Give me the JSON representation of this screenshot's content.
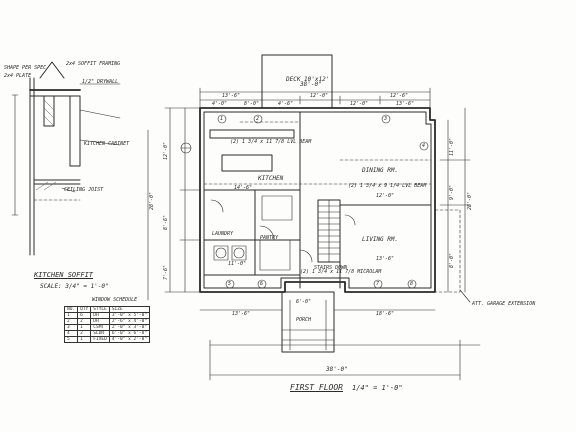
{
  "drawing": {
    "title": "FIRST FLOOR",
    "scale": "1/4\" = 1'-0\"",
    "detail_title": "KITCHEN SOFFIT",
    "detail_scale": "SCALE: 3/4\" = 1'-0\""
  },
  "labels": {
    "deck": "DECK 10'x12'",
    "kitchen": "KITCHEN",
    "dining": "DINING RM.",
    "living": "LIVING RM.",
    "laundry": "LAUNDRY",
    "pantry": "PANTRY",
    "garage_ext": "ATT. GARAGE EXTENSION",
    "beam_note_top": "(2) 1 3/4 x 11 7/8 LVL BEAM",
    "beam_note_dining": "(2) 1 3/4 x 9 1/4 LVL BEAM",
    "beam_note_bottom": "(2) 1 3/4 x 11 7/8 MICROLAM",
    "stairs_note": "STAIRS DOWN",
    "porch": "PORCH",
    "soffit_notes": [
      "2x4 SOFFIT FRAMING",
      "1/2\" DRYWALL",
      "KITCHEN CABINET",
      "CEILING JOIST"
    ],
    "soffit_left": [
      "SHAPE PER SPEC",
      "2x4 PLATE"
    ]
  },
  "dimensions": {
    "top_overall": "38'-0\"",
    "top_segments": [
      "13'-6\"",
      "12'-0\"",
      "12'-6\""
    ],
    "upper_segments": [
      "4'-0\"",
      "8'-0\"",
      "4'-6\"",
      "12'-0\"",
      "13'-6\""
    ],
    "left_overall": "28'-0\"",
    "left_segments": [
      "12'-0\"",
      "8'-6\"",
      "7'-6\""
    ],
    "right_overall": "28'-0\"",
    "right_segments": [
      "11'-0\"",
      "9'-0\"",
      "8'-0\""
    ],
    "bottom_segments": [
      "13'-6\"",
      "6'-0\"",
      "18'-6\""
    ],
    "bottom_overall": "38'-0\"",
    "room_dims": [
      "14'-6\"",
      "12'-0\"",
      "13'-6\"",
      "11'-0\""
    ]
  },
  "window_schedule": {
    "title": "WINDOW SCHEDULE",
    "headers": [
      "NO.",
      "QTY",
      "STYLE",
      "SIZE"
    ],
    "rows": [
      [
        "1",
        "6",
        "DH",
        "3'-0\" x 5'-0\""
      ],
      [
        "2",
        "2",
        "DH",
        "2'-6\" x 4'-0\""
      ],
      [
        "3",
        "1",
        "CSMT",
        "2'-0\" x 3'-0\""
      ],
      [
        "4",
        "2",
        "SLDR",
        "6'-0\" x 6'-8\""
      ],
      [
        "5",
        "1",
        "FIXED",
        "4'-0\" x 2'-0\""
      ]
    ]
  },
  "markers": [
    "1",
    "2",
    "3",
    "4",
    "5",
    "6",
    "7",
    "8"
  ]
}
